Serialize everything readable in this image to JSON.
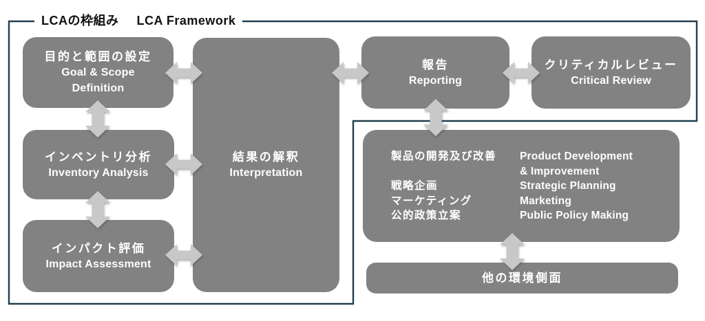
{
  "title": {
    "jp": "LCAの枠組み",
    "en": "LCA Framework"
  },
  "colors": {
    "background": "#ffffff",
    "box_fill": "#828282",
    "box_text": "#ffffff",
    "arrow_fill": "#c8c8c8",
    "frame_stroke": "#20404c",
    "title_text": "#111111"
  },
  "boxes": {
    "goal_scope": {
      "jp": "目的と範囲の設定",
      "en_lines": [
        "Goal & Scope",
        "Definition"
      ]
    },
    "inventory": {
      "jp": "インベントリ分析",
      "en_lines": [
        "Inventory Analysis"
      ]
    },
    "impact": {
      "jp": "インパクト評価",
      "en_lines": [
        "Impact Assessment"
      ]
    },
    "interpretation": {
      "jp": "結果の解釈",
      "en_lines": [
        "Interpretation"
      ]
    },
    "reporting": {
      "jp": "報告",
      "en_lines": [
        "Reporting"
      ]
    },
    "critical_review": {
      "jp": "クリティカルレビュー",
      "en_lines": [
        "Critical Review"
      ]
    },
    "applications": {
      "jp_lines": [
        "製品の開発及び改善",
        "",
        "戦略企画",
        "マーケティング",
        "公的政策立案"
      ],
      "en_lines": [
        "Product Development",
        "& Improvement",
        "Strategic Planning",
        "Marketing",
        "Public Policy Making"
      ]
    },
    "other_aspects": {
      "jp": "他の環境側面"
    }
  },
  "arrows": [
    {
      "id": "goal_scope-interpretation",
      "type": "double-headed"
    },
    {
      "id": "inventory-interpretation",
      "type": "double-headed"
    },
    {
      "id": "impact-interpretation",
      "type": "double-headed"
    },
    {
      "id": "goal_scope-inventory",
      "type": "double-headed"
    },
    {
      "id": "inventory-impact",
      "type": "double-headed"
    },
    {
      "id": "interpretation-reporting",
      "type": "double-headed"
    },
    {
      "id": "reporting-critical_review",
      "type": "double-headed"
    },
    {
      "id": "reporting-applications",
      "type": "double-headed"
    },
    {
      "id": "applications-other_aspects",
      "type": "double-headed"
    }
  ]
}
